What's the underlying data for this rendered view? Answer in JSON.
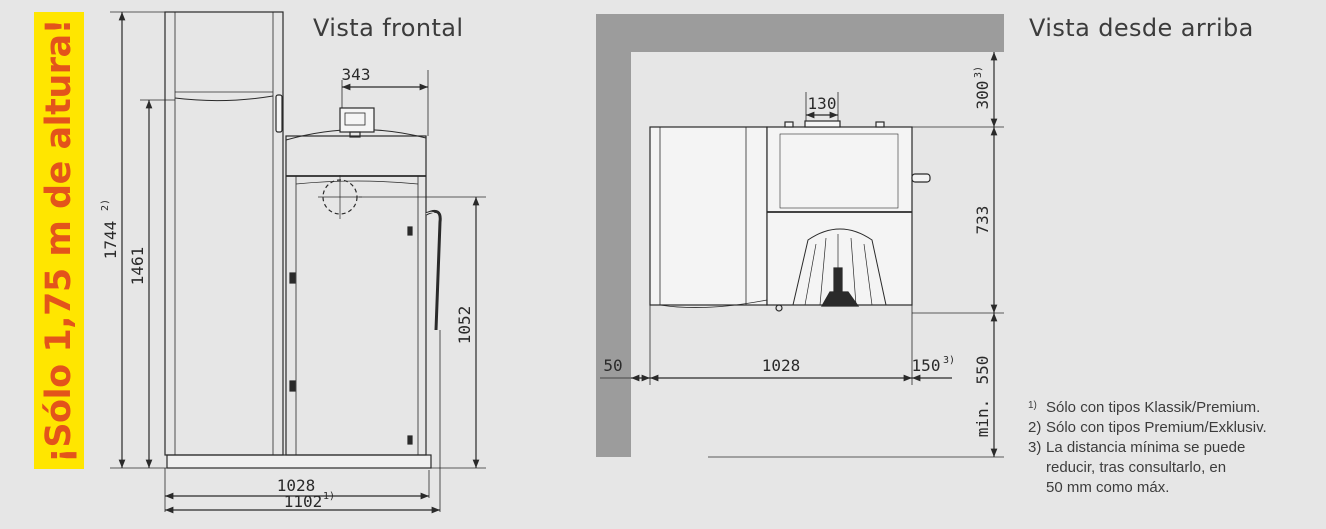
{
  "banner": {
    "text": "¡Sólo 1,75 m de altura!",
    "bg_color": "#ffe600",
    "text_color": "#e3541b"
  },
  "front_view": {
    "title": "Vista frontal",
    "dimensions": {
      "total_height": "1744",
      "total_height_note": "2)",
      "storage_height": "1461",
      "top_offset": "343",
      "flue_height": "1052",
      "width_1028": "1028",
      "width_1102": "1102",
      "width_1102_note": "1)"
    }
  },
  "top_view": {
    "title": "Vista desde arriba",
    "dimensions": {
      "back_clearance": "300",
      "back_clearance_note": "3)",
      "flue_width": "130",
      "depth": "733",
      "front_clearance": "550",
      "front_clearance_prefix": "min.",
      "left_clearance": "50",
      "width": "1028",
      "right_clearance": "150",
      "right_clearance_note": "3)"
    }
  },
  "notes": [
    {
      "num": "1)",
      "superscript": true,
      "text": "Sólo con tipos Klassik/Premium."
    },
    {
      "num": "2)",
      "superscript": false,
      "text": "Sólo con tipos Premium/Exklusiv."
    },
    {
      "num": "3)",
      "superscript": false,
      "text": "La distancia mínima se puede reducir, tras consultarlo, en 50 mm como máx."
    }
  ],
  "colors": {
    "background": "#e6e6e6",
    "wall": "#9c9c9c",
    "line": "#2a2a2a"
  }
}
